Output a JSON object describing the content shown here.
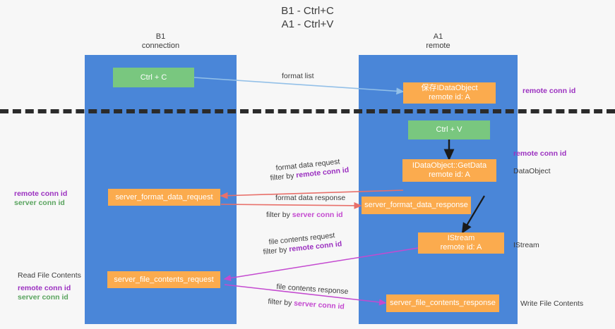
{
  "diagram": {
    "title": "B1 - Ctrl+C\nA1 - Ctrl+V",
    "lanes": [
      {
        "id": "b1",
        "label": "B1\nconnection"
      },
      {
        "id": "a1",
        "label": "A1\nremote"
      }
    ],
    "boxes": {
      "ctrl_c": "Ctrl + C",
      "ctrl_v": "Ctrl + V",
      "save_idataobject": "保存IDataObject\nremote id: A",
      "getdata": "IDataObject::GetData\nremote id: A",
      "istream": "IStream\nremote id: A",
      "server_format_data_request": "server_format_data_request",
      "server_format_data_response": "server_format_data_response",
      "server_file_contents_request": "server_file_contents_request",
      "server_file_contents_response": "server_file_contents_response"
    },
    "edge_labels": {
      "format_list": "format list",
      "format_data_request": "format data request",
      "format_data_request_filter_prefix": "filter by ",
      "format_data_request_filter_key": "remote conn id",
      "format_data_response": "format data response",
      "format_data_response_filter_prefix": "filter by ",
      "format_data_response_filter_key": "server conn id",
      "file_contents_request": "file contents request",
      "file_contents_request_filter_prefix": "filter by ",
      "file_contents_request_filter_key": "remote conn id",
      "file_contents_response": "file contents response",
      "file_contents_response_filter_prefix": "filter by ",
      "file_contents_response_filter_key": "server conn id"
    },
    "side_labels": {
      "right_remote_conn_id_top": "remote conn id",
      "right_remote_conn_id_mid": "remote conn id",
      "right_dataobject": "DataObject",
      "right_istream": "IStream",
      "right_write_file_contents": "Write File Contents",
      "left_read_file_contents": "Read File Contents",
      "left_remote_conn_id": "remote conn id",
      "left_server_conn_id": "server conn id",
      "left2_remote_conn_id": "remote conn id",
      "left2_server_conn_id": "server conn id"
    },
    "colors": {
      "lane": "#4a86d8",
      "green_box": "#79c77f",
      "orange_box": "#fbab4e",
      "purple": "#9b30c0",
      "green_text": "#5aa45f",
      "magenta": "#c44ad0",
      "arrow_blue": "#93c0e8",
      "arrow_red": "#e8706a",
      "arrow_black": "#1a1a1a",
      "arrow_magenta": "#c44ad0",
      "divider": "#2b2b2b",
      "background": "#f7f7f7"
    }
  }
}
